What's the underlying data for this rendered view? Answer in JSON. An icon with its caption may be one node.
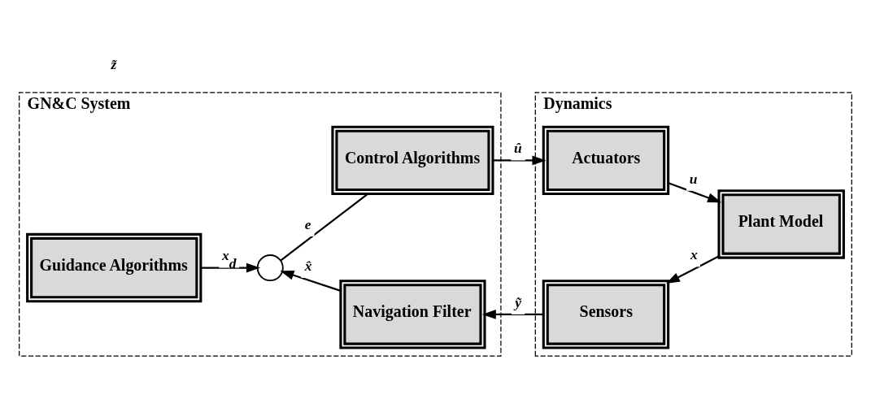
{
  "diagram": {
    "nodes": [
      {
        "text": [
          "GN&C System"
        ]
      },
      {
        "text": [
          "Guidance Algorithms"
        ],
        "in": 0
      },
      {
        "text": [],
        "shape": "circle",
        "in": 0
      },
      {
        "text": [
          "Control Algorithms"
        ],
        "in": 0
      },
      {
        "text": [
          "Navigation Filter"
        ],
        "in": 0
      },
      {
        "text": [
          "Dynamics"
        ]
      },
      {
        "text": [
          "Actuators"
        ],
        "in": 5
      },
      {
        "text": [
          "Plant Model"
        ],
        "in": 5
      },
      {
        "text": [
          "Sensors"
        ],
        "in": 5
      }
    ],
    "edges": [
      {
        "from": 1,
        "to": 2,
        "arrow": "to",
        "label": "x$_{d}$"
      },
      {
        "from": 2,
        "to": 3,
        "arrow": "none",
        "label": "e"
      },
      {
        "from": 3,
        "to": 6,
        "arrow": "to",
        "label": "û"
      },
      {
        "from": 6,
        "to": 7,
        "arrow": "to",
        "label": "u"
      },
      {
        "from": 7,
        "to": 8,
        "arrow": "to",
        "label": "x"
      },
      {
        "from": 8,
        "to": 4,
        "arrow": "to",
        "label": "ỹ"
      },
      {
        "from": 4,
        "to": 2,
        "arrow": "to",
        "label": "x̂"
      }
    ],
    "labels": [
      "z̃"
    ]
  }
}
